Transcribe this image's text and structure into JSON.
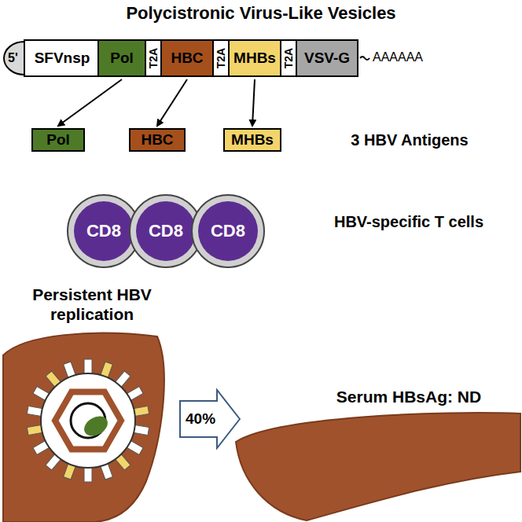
{
  "diagram": {
    "title": "Polycistronic Virus-Like Vesicles",
    "nodes": [
      {
        "text": [
          "5'"
        ]
      },
      {
        "text": [
          "SFVnsp"
        ]
      },
      {
        "text": [
          "Pol"
        ]
      },
      {
        "text": [
          "T2A"
        ]
      },
      {
        "text": [
          "HBC"
        ]
      },
      {
        "text": [
          "T2A"
        ]
      },
      {
        "text": [
          "MHBs"
        ]
      },
      {
        "text": [
          "T2A"
        ]
      },
      {
        "text": [
          "VSV-G"
        ]
      },
      {
        "text": [
          "Pol"
        ]
      },
      {
        "text": [
          "HBC"
        ]
      },
      {
        "text": [
          "MHBs"
        ]
      },
      {
        "text": [
          "CD8"
        ]
      },
      {
        "text": [
          "CD8"
        ]
      },
      {
        "text": [
          "CD8"
        ]
      },
      {
        "text": [
          "40%"
        ]
      }
    ],
    "edges": [
      {
        "from": 2,
        "to": 9,
        "arrow": "to"
      },
      {
        "from": 4,
        "to": 10,
        "arrow": "to"
      },
      {
        "from": 6,
        "to": 11,
        "arrow": "to"
      }
    ],
    "labels": [
      "AAAAAA",
      "3 HBV Antigens",
      "HBV-specific T cells",
      "Persistent HBV replication",
      "Serum HBsAg: ND"
    ]
  }
}
